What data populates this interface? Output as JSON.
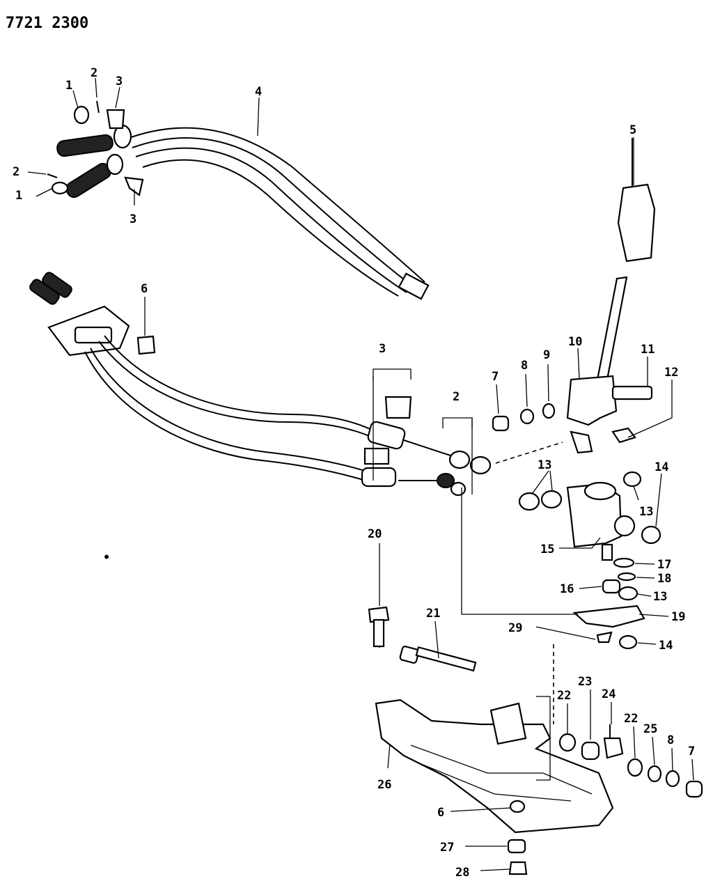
{
  "header": {
    "code": "7721 2300"
  },
  "callouts": [
    "1",
    "2",
    "3",
    "4",
    "5",
    "1",
    "2",
    "3",
    "6",
    "3",
    "2",
    "7",
    "8",
    "9",
    "10",
    "11",
    "12",
    "13",
    "13",
    "14",
    "15",
    "17",
    "16",
    "18",
    "13",
    "19",
    "20",
    "21",
    "29",
    "14",
    "23",
    "24",
    "22",
    "22",
    "25",
    "8",
    "7",
    "26",
    "6",
    "27",
    "28"
  ],
  "legend_marker": "•"
}
